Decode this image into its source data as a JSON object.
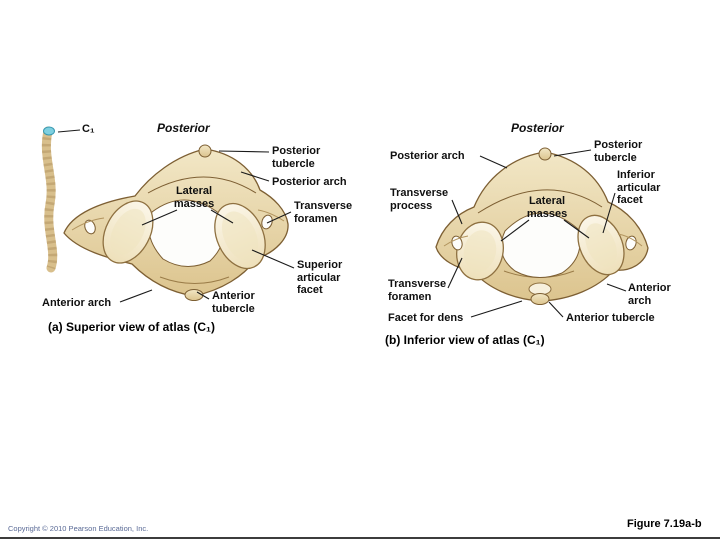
{
  "page": {
    "copyright": "Copyright © 2010 Pearson Education, Inc.",
    "figure_number": "Figure 7.19a-b"
  },
  "colors": {
    "bone_fill": "#e9d8ab",
    "bone_outline": "#7d5f33",
    "facet_fill": "#f6efdb",
    "foramen_fill": "#fdfdfb",
    "c1_highlight": "#7ed0e0",
    "leader_line": "#1a1a1a",
    "copyright_text": "#5a6a96"
  },
  "panel_a": {
    "c1_label": "C₁",
    "orientation_label": "Posterior",
    "labels": {
      "posterior_tubercle": "Posterior tubercle",
      "posterior_arch": "Posterior arch",
      "lateral_masses": "Lateral masses",
      "transverse_foramen": "Transverse foramen",
      "superior_articular_facet": "Superior articular facet",
      "anterior_arch": "Anterior arch",
      "anterior_tubercle": "Anterior tubercle"
    },
    "caption": "(a) Superior view of atlas (C₁)"
  },
  "panel_b": {
    "orientation_label": "Posterior",
    "labels": {
      "posterior_arch": "Posterior arch",
      "posterior_tubercle": "Posterior tubercle",
      "inferior_articular_facet": "Inferior articular facet",
      "transverse_process": "Transverse process",
      "lateral_masses": "Lateral masses",
      "transverse_foramen": "Transverse foramen",
      "facet_for_dens": "Facet for dens",
      "anterior_arch": "Anterior arch",
      "anterior_tubercle": "Anterior tubercle"
    },
    "caption": "(b) Inferior view of atlas (C₁)"
  }
}
